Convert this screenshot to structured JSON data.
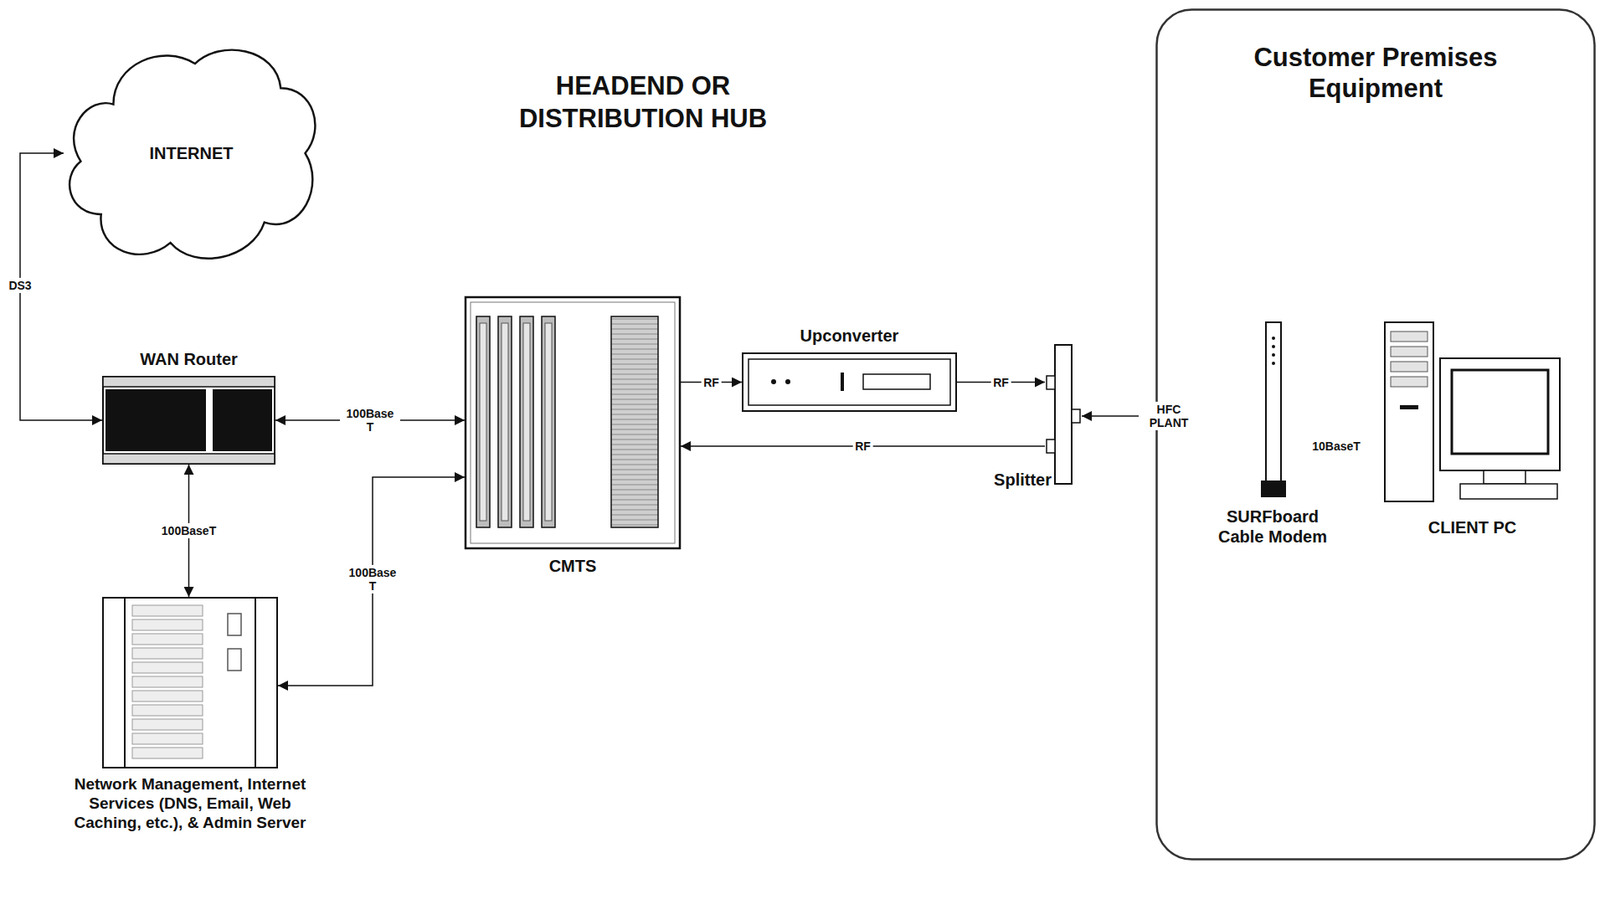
{
  "diagram": {
    "title": "HEADEND OR DISTRIBUTION HUB",
    "nodes": [
      {
        "text": [
          "INTERNET"
        ]
      },
      {
        "text": [
          "WAN Router"
        ]
      },
      {
        "text": [
          "CMTS"
        ]
      },
      {
        "text": [
          "Upconverter"
        ]
      },
      {
        "text": [
          "Splitter"
        ]
      },
      {
        "text": [
          "Network Management, Internet Services (DNS, Email, Web Caching, etc.), & Admin Server"
        ]
      },
      {
        "text": [
          "Customer Premises Equipment"
        ]
      },
      {
        "text": [
          "SURFboard Cable Modem"
        ],
        "in": 6
      },
      {
        "text": [
          "CLIENT PC"
        ],
        "in": 6
      }
    ],
    "edges": [
      {
        "from": 0,
        "to": 1,
        "label": "DS3",
        "arrow": "both"
      },
      {
        "from": 1,
        "to": 2,
        "label": "100Base T",
        "arrow": "both"
      },
      {
        "from": 1,
        "to": 5,
        "label": "100BaseT",
        "arrow": "both"
      },
      {
        "from": 2,
        "to": 5,
        "label": "100Base T",
        "arrow": "both"
      },
      {
        "from": 2,
        "to": 3,
        "label": "RF",
        "arrow": "to"
      },
      {
        "from": 3,
        "to": 4,
        "label": "RF",
        "arrow": "to"
      },
      {
        "from": 4,
        "to": 2,
        "label": "RF",
        "arrow": "to"
      },
      {
        "from": 4,
        "to": 7,
        "label": "HFC PLANT",
        "arrow": "both"
      },
      {
        "from": 7,
        "to": 8,
        "label": "10BaseT",
        "arrow": "both"
      }
    ]
  }
}
